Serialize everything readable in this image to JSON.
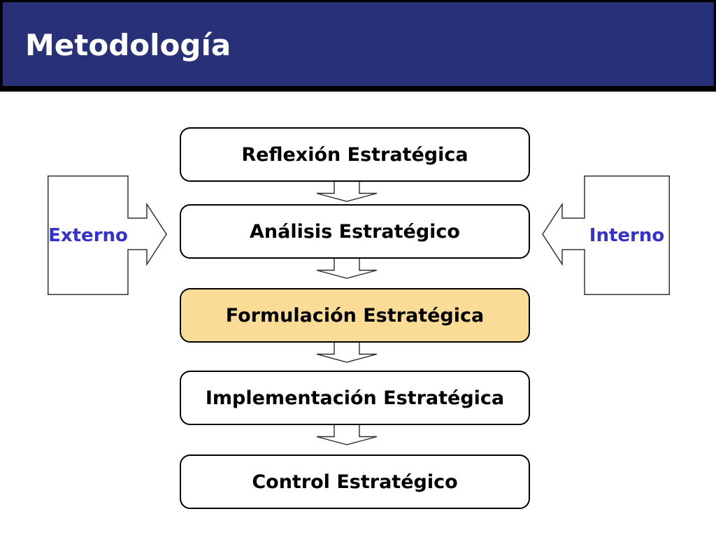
{
  "slide": {
    "title": "Metodología"
  },
  "flow": {
    "boxes": [
      {
        "label": "Reflexión Estratégica",
        "highlight": false
      },
      {
        "label": "Análisis Estratégico",
        "highlight": false
      },
      {
        "label": "Formulación Estratégica",
        "highlight": true
      },
      {
        "label": "Implementación Estratégica",
        "highlight": false
      },
      {
        "label": "Control Estratégico",
        "highlight": false
      }
    ]
  },
  "side_labels": {
    "left": "Externo",
    "right": "Interno"
  },
  "icons": {
    "connector": "down-arrow-icon",
    "left_callout": "arrow-right-callout-icon",
    "right_callout": "arrow-left-callout-icon"
  },
  "colors": {
    "header_background": "#283177",
    "highlight_box_fill": "#FBDC96",
    "side_label_text": "#3333CC",
    "box_fill": "#FFFFFF",
    "outline": "#000000",
    "title_text": "#FFFFFF"
  }
}
